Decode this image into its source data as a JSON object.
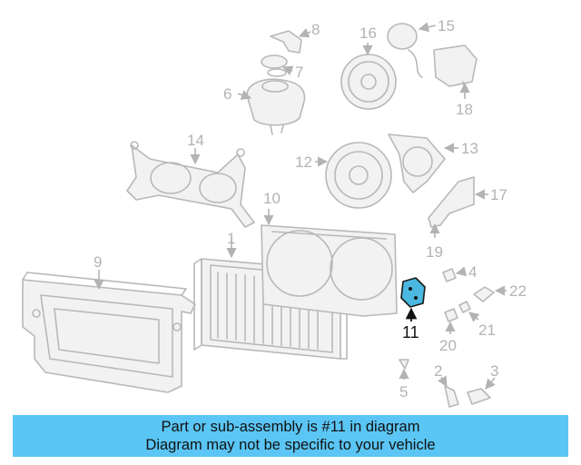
{
  "banner": {
    "line1": "Part or sub-assembly is #11 in diagram",
    "line2": "Diagram may not be specific to your vehicle",
    "background": "#5bc6f5"
  },
  "diagram": {
    "highlighted_callout": "11",
    "highlight_color": "#4ab8e0",
    "callouts": {
      "c1": "1",
      "c2": "2",
      "c3": "3",
      "c4": "4",
      "c5": "5",
      "c6": "6",
      "c7": "7",
      "c8": "8",
      "c9": "9",
      "c10": "10",
      "c11": "11",
      "c12": "12",
      "c13": "13",
      "c14": "14",
      "c15": "15",
      "c16": "16",
      "c17": "17",
      "c18": "18",
      "c19": "19",
      "c20": "20",
      "c21": "21",
      "c22": "22"
    }
  }
}
